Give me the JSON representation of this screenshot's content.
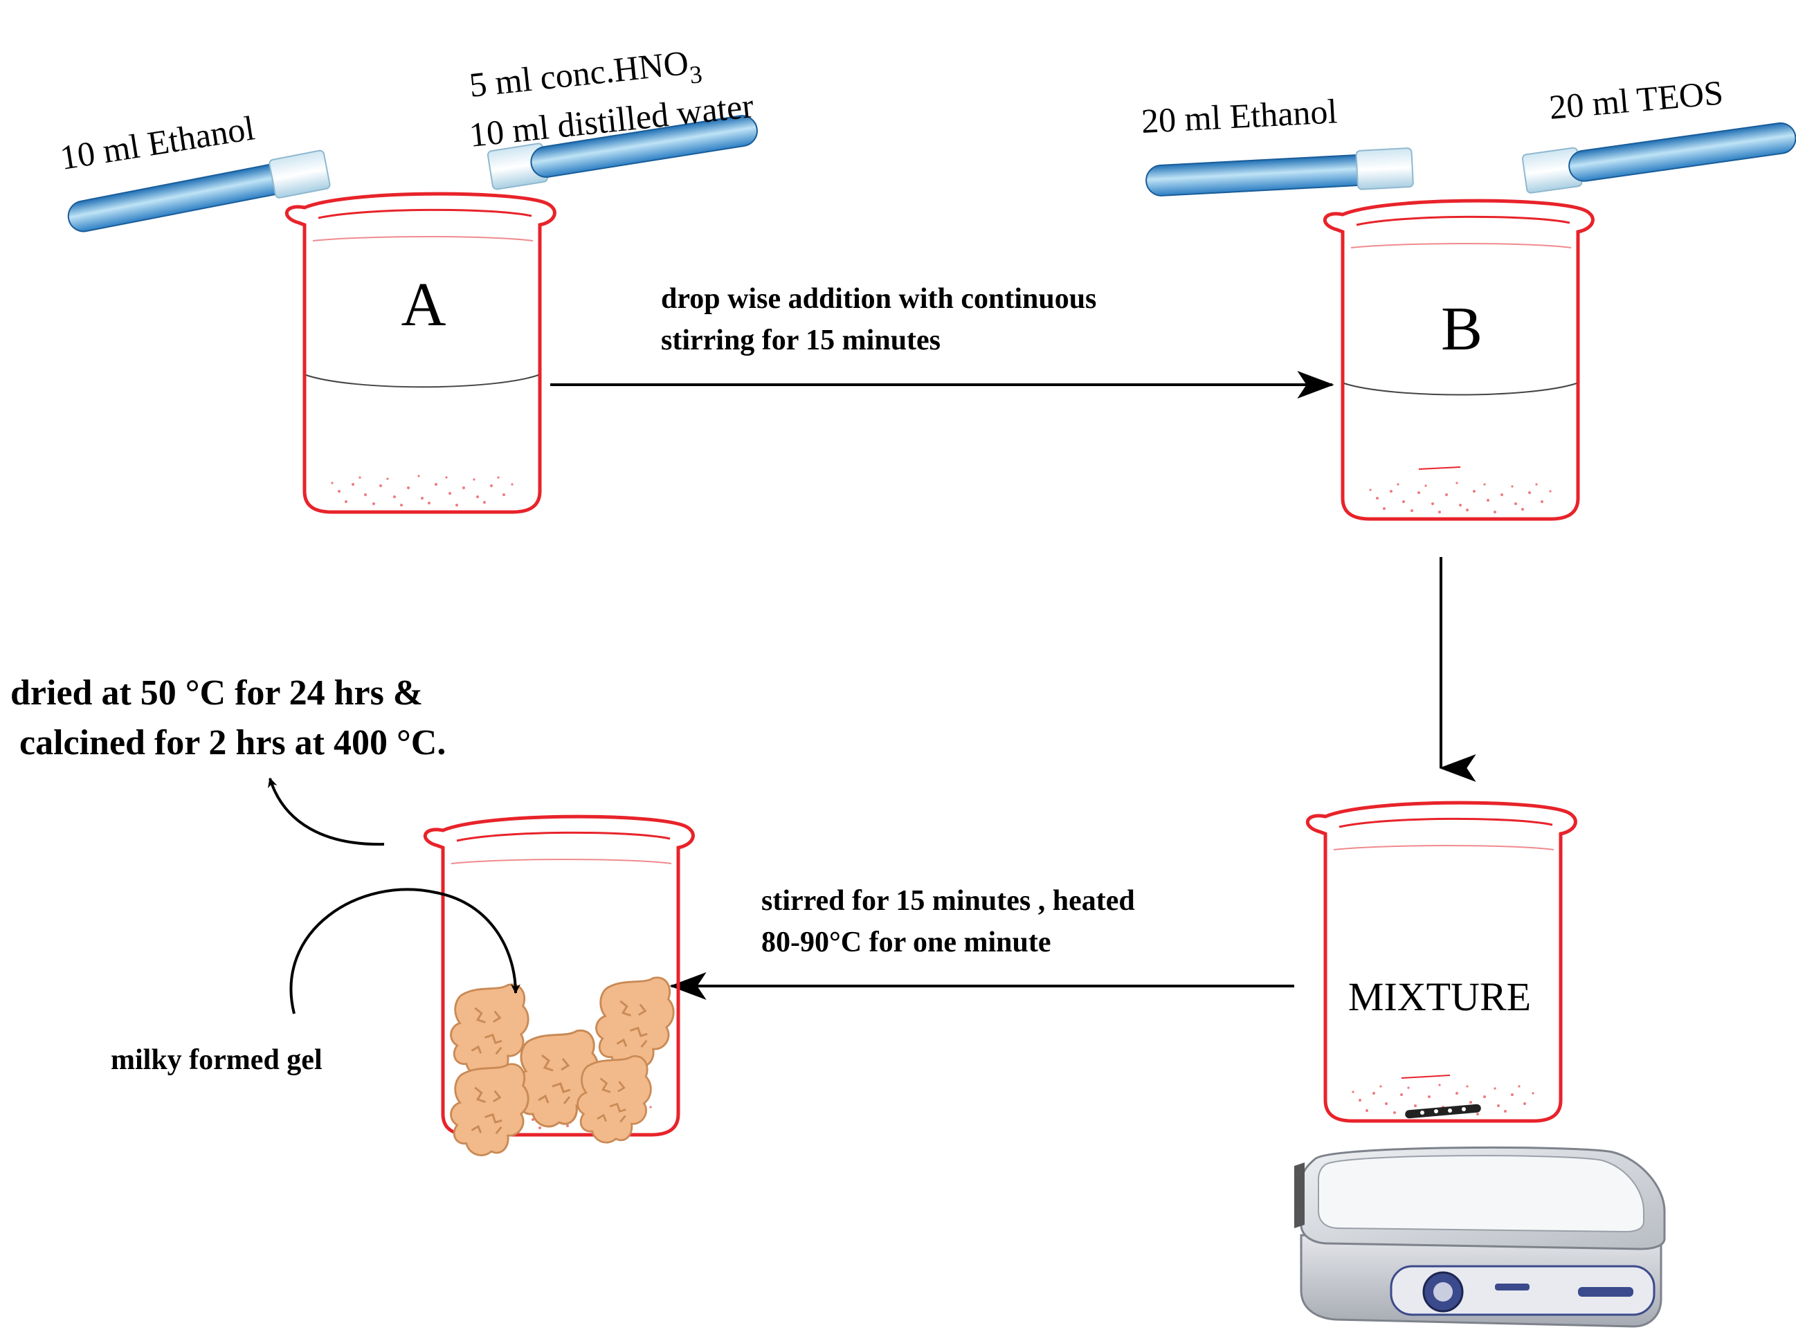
{
  "colors": {
    "beaker": "#e8232a",
    "tube": "#2d7fc4",
    "tube_light": "#bfe3f6",
    "arrow": "#000000",
    "gel": "#f2b98a",
    "gel_dark": "#c98a55",
    "stirrer_body": "#d7d9de",
    "stirrer_panel": "#3b4a8c"
  },
  "beaker_a": {
    "label": "A",
    "left_tube": "10 ml Ethanol",
    "right_tube_line1": "5 ml  conc.HNO",
    "right_tube_sub": "3",
    "right_tube_line2": "10 ml distilled water"
  },
  "beaker_b": {
    "label": "B",
    "left_tube": "20 ml Ethanol",
    "right_tube": "20 ml TEOS"
  },
  "step_ab": {
    "line1": "drop wise addition with continuous",
    "line2": "stirring  for 15 minutes"
  },
  "mixture": {
    "label": "MIXTURE",
    "device_icon": "magnetic-stirrer-hotplate"
  },
  "step_mix_gel": {
    "line1": "stirred for 15 minutes , heated",
    "line2": "80-90°C for one minute"
  },
  "gel": {
    "label": "milky formed gel"
  },
  "final": {
    "line1": "dried at 50 °C for 24 hrs &",
    "line2": " calcined for 2 hrs at 400 °C."
  }
}
